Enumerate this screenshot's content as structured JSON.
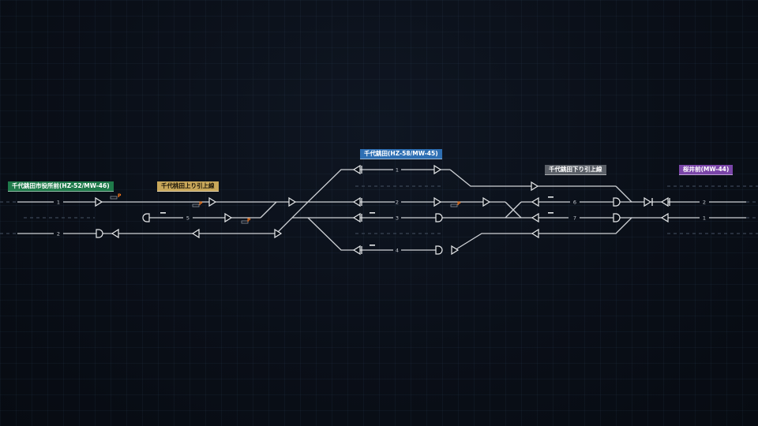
{
  "stations": [
    {
      "id": "chiyoshiyakusho",
      "name": "千代銚田市役所前(HZ-52/MW-46)",
      "color": "#1f7a4a"
    },
    {
      "id": "nobori",
      "name": "千代桃田上り引上線",
      "color": "#c8a75a"
    },
    {
      "id": "chiyochoda",
      "name": "千代銚田(HZ-58/MW-45)",
      "color": "#2e6fb3"
    },
    {
      "id": "kudari",
      "name": "千代銚田下り引上線",
      "color": "#5b6068"
    },
    {
      "id": "sakurai",
      "name": "桜井前(MW-44)",
      "color": "#7a45a8"
    }
  ],
  "track_numbers": {
    "west_1": "1",
    "west_2": "2",
    "siding_5": "5",
    "plat_1": "1",
    "plat_2": "2",
    "plat_3": "3",
    "plat_4": "4",
    "east_6": "6",
    "east_7": "7",
    "far_east_2": "2",
    "far_east_1": "1"
  },
  "device_markers": {
    "p1": "P",
    "p2": "P",
    "p3": "P",
    "p4": "P"
  }
}
